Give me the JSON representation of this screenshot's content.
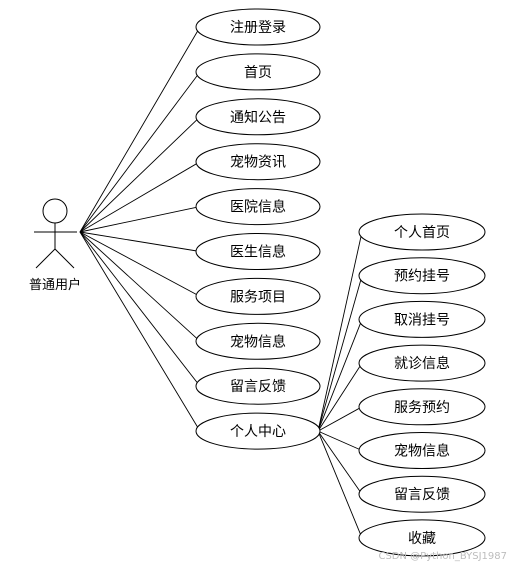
{
  "actor": {
    "label": "普通用户"
  },
  "primary_use_cases": [
    {
      "label": "注册登录"
    },
    {
      "label": "首页"
    },
    {
      "label": "通知公告"
    },
    {
      "label": "宠物资讯"
    },
    {
      "label": "医院信息"
    },
    {
      "label": "医生信息"
    },
    {
      "label": "服务项目"
    },
    {
      "label": "宠物信息"
    },
    {
      "label": "留言反馈"
    },
    {
      "label": "个人中心"
    }
  ],
  "sub_use_cases": [
    {
      "label": "个人首页"
    },
    {
      "label": "预约挂号"
    },
    {
      "label": "取消挂号"
    },
    {
      "label": "就诊信息"
    },
    {
      "label": "服务预约"
    },
    {
      "label": "宠物信息"
    },
    {
      "label": "留言反馈"
    },
    {
      "label": "收藏"
    }
  ],
  "watermark": "CSDN @Python_BYSJ1987"
}
